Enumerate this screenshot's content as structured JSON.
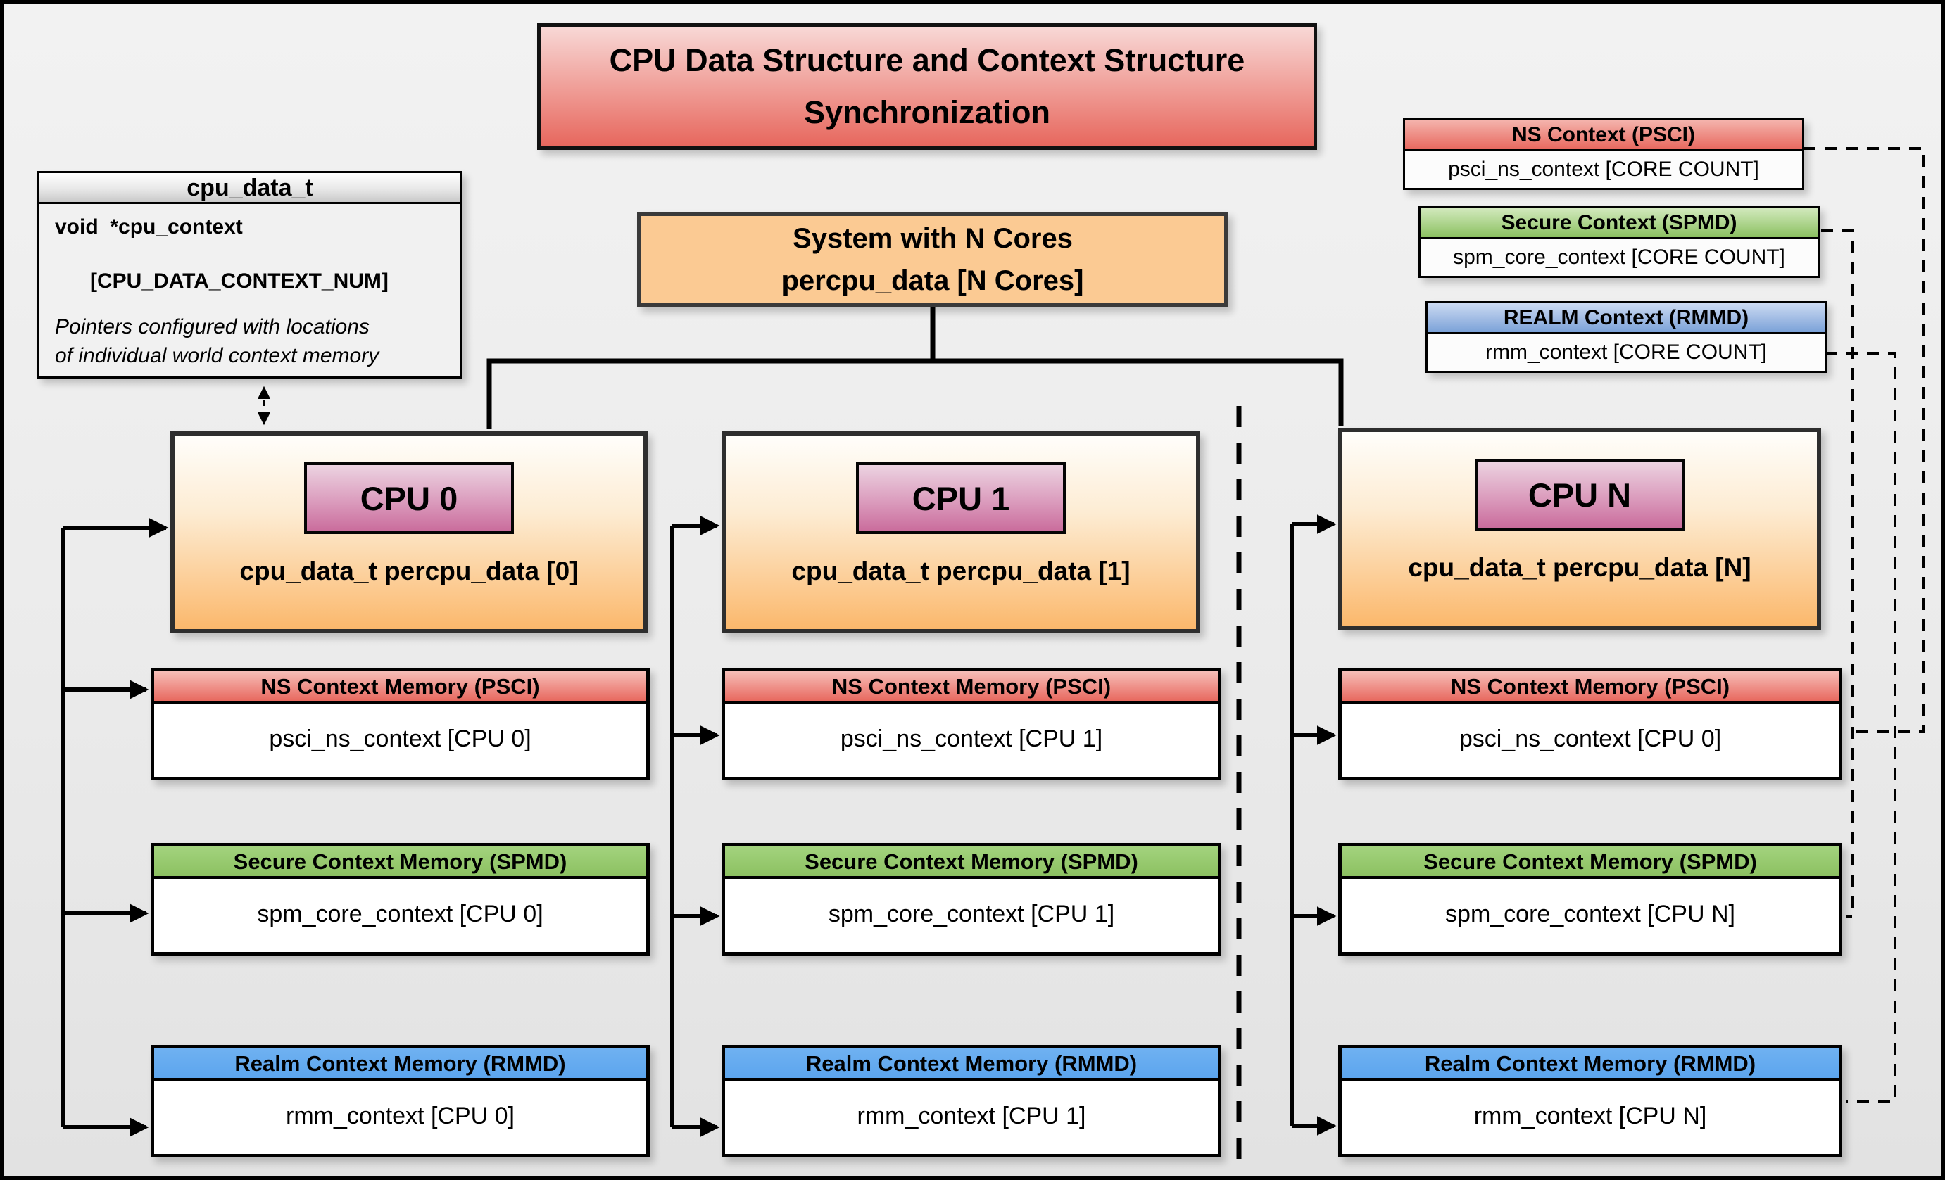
{
  "diagram": {
    "title": {
      "line1": "CPU Data Structure and Context Structure",
      "line2": "Synchronization"
    },
    "cpu_data_t": {
      "header": "cpu_data_t",
      "field_line1": "void  *cpu_context",
      "field_line2": "[CPU_DATA_CONTEXT_NUM]",
      "note_line1": "Pointers configured with locations",
      "note_line2": "of individual world context memory"
    },
    "system": {
      "line1": "System with N Cores",
      "line2": "percpu_data [N Cores]"
    },
    "legend": {
      "ns": {
        "header": "NS Context  (PSCI)",
        "body": "psci_ns_context [CORE COUNT]"
      },
      "secure": {
        "header": "Secure Context (SPMD)",
        "body": "spm_core_context [CORE COUNT]"
      },
      "realm": {
        "header": "REALM Context (RMMD)",
        "body": "rmm_context [CORE COUNT]"
      }
    },
    "cpus": [
      {
        "label": "CPU 0",
        "percpu": "cpu_data_t percpu_data [0]",
        "ns_header": "NS Context Memory (PSCI)",
        "ns_body": "psci_ns_context [CPU 0]",
        "secure_header": "Secure Context Memory (SPMD)",
        "secure_body": "spm_core_context [CPU 0]",
        "realm_header": "Realm Context Memory (RMMD)",
        "realm_body": "rmm_context [CPU 0]"
      },
      {
        "label": "CPU 1",
        "percpu": "cpu_data_t percpu_data [1]",
        "ns_header": "NS Context Memory (PSCI)",
        "ns_body": "psci_ns_context [CPU 1]",
        "secure_header": "Secure Context Memory (SPMD)",
        "secure_body": "spm_core_context [CPU 1]",
        "realm_header": "Realm Context Memory (RMMD)",
        "realm_body": "rmm_context [CPU 1]"
      },
      {
        "label": "CPU N",
        "percpu": "cpu_data_t percpu_data [N]",
        "ns_header": "NS Context Memory (PSCI)",
        "ns_body": "psci_ns_context [CPU 0]",
        "secure_header": "Secure Context Memory (SPMD)",
        "secure_body": "spm_core_context [CPU N]",
        "realm_header": "Realm Context Memory (RMMD)",
        "realm_body": "rmm_context [CPU N]"
      }
    ],
    "colors": {
      "ns_red": "#e8695f",
      "secure_green": "#8cc161",
      "realm_blue": "#5ca5ee",
      "cpu_orange": "#fbb86c",
      "system_orange": "#fbca93",
      "cpu_label_pink": "#ca6c9c",
      "title_red": "#e7675d"
    }
  }
}
